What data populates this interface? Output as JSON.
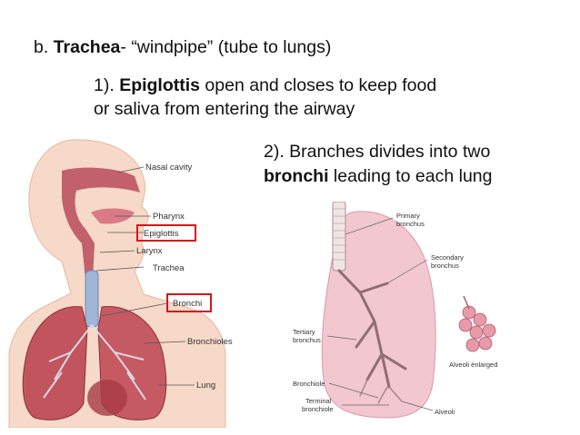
{
  "heading": {
    "prefix": "b. ",
    "term": "Trachea",
    "rest": "- “windpipe” (tube to lungs)"
  },
  "point1": {
    "prefix": "1). ",
    "term": "Epiglottis",
    "rest_line1": " open and closes to keep food",
    "line2": "or saliva from entering the airway"
  },
  "point2": {
    "line1": "2). Branches divides into two",
    "term": "bronchi",
    "rest_line2": " leading to each lung"
  },
  "left_figure": {
    "labels": {
      "nasal_cavity": "Nasal cavity",
      "pharynx": "Pharynx",
      "epiglottis": "Epiglottis",
      "larynx": "Larynx",
      "trachea": "Trachea",
      "bronchi": "Bronchi",
      "bronchioles": "Bronchioles",
      "lung": "Lung"
    },
    "highlight_color": "#d9141b"
  },
  "right_figure": {
    "labels": {
      "primary_1": "Primary",
      "primary_2": "bronchus",
      "secondary_1": "Secondary",
      "secondary_2": "bronchus",
      "tertiary_1": "Tertiary",
      "tertiary_2": "bronchus",
      "alveoli_enlarged": "Alveoli enlarged",
      "bronchiole": "Bronchiole",
      "terminal_1": "Terminal",
      "terminal_2": "bronchiole",
      "alveoli": "Alveoli"
    }
  }
}
